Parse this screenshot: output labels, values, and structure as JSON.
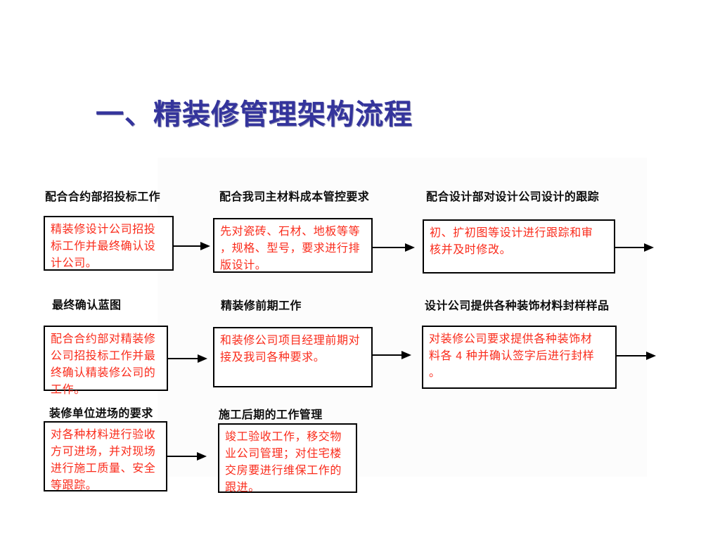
{
  "slide": {
    "title": "一、精装修管理架构流程",
    "colors": {
      "title_blue": "#34349c",
      "body_red": "#fa2b1b",
      "box_border": "#000000",
      "background": "#ffffff"
    }
  },
  "flow": {
    "nodes": [
      {
        "header": "配合合约部招投标工作",
        "body": "精装修设计公司招投\n标工作并最终确认设\n计公司。"
      },
      {
        "header": "配合我司主材料成本管控要求",
        "body": "先对瓷砖、石材、地板等等\n，规格、型号，要求进行排\n版设计。"
      },
      {
        "header": "配合设计部对设计公司设计的跟踪",
        "body": "初、扩初图等设计进行跟踪和审\n核并及时修改。"
      },
      {
        "header": "最终确认蓝图",
        "body": "配合合约部对精装修\n公司招投标工作并最\n终确认精装修公司的\n工作。"
      },
      {
        "header": "精装修前期工作",
        "body": "和装修公司项目经理前期对\n接及我司各种要求。"
      },
      {
        "header": "设计公司提供各种装饰材料封样样品",
        "body": "对装修公司要求提供各种装饰材\n料各 4 种并确认签字后进行封样\n。"
      },
      {
        "header": "装修单位进场的要求",
        "body": "对各种材料进行验收\n方可进场，并对现场\n进行施工质量、安全\n等跟踪。"
      },
      {
        "header": "施工后期的工作管理",
        "body": "竣工验收工作，移交物\n业公司管理；对住宅楼\n交房要进行维保工作的\n跟进。"
      }
    ]
  }
}
